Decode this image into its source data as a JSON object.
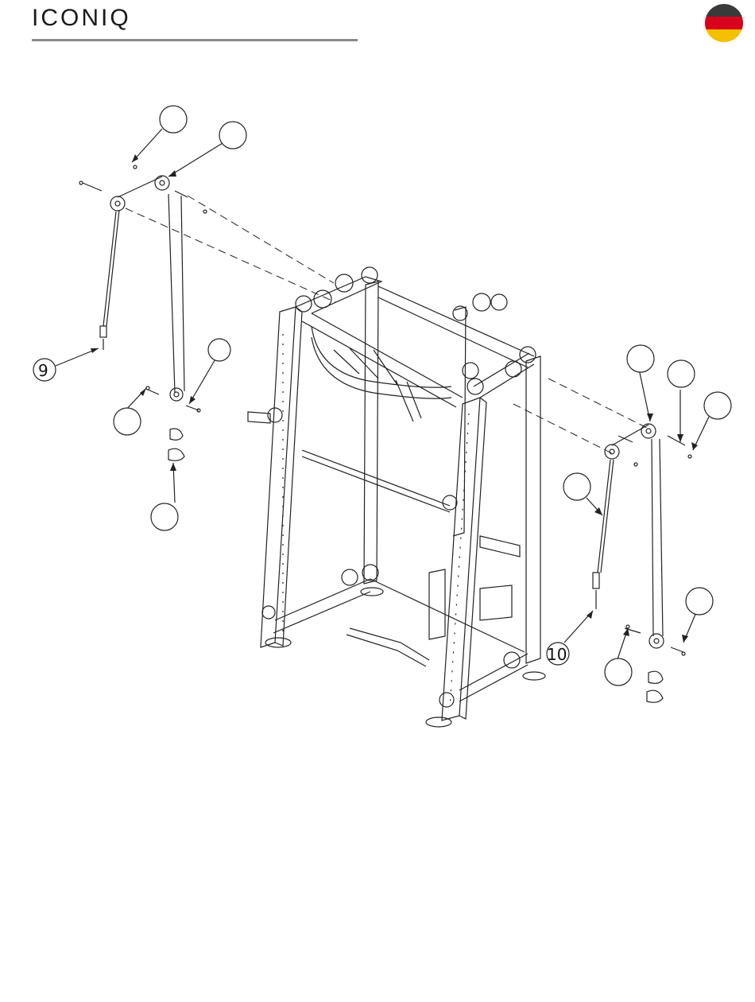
{
  "header": {
    "brand": "ICONIQ",
    "flag": {
      "icon": "german-flag-icon",
      "colors": [
        "#3a3a3a",
        "#d9001e",
        "#f5c000"
      ]
    }
  },
  "diagram": {
    "callouts": [
      {
        "id": "c1",
        "label": ""
      },
      {
        "id": "c2",
        "label": ""
      },
      {
        "id": "c3",
        "label": ""
      },
      {
        "id": "c4",
        "label": ""
      },
      {
        "id": "c5",
        "label": ""
      },
      {
        "id": "c9",
        "label": "9"
      },
      {
        "id": "c6",
        "label": ""
      },
      {
        "id": "c7",
        "label": ""
      },
      {
        "id": "c8",
        "label": ""
      },
      {
        "id": "c11",
        "label": ""
      },
      {
        "id": "c12",
        "label": ""
      },
      {
        "id": "c10",
        "label": "10"
      },
      {
        "id": "c13",
        "label": ""
      }
    ]
  }
}
